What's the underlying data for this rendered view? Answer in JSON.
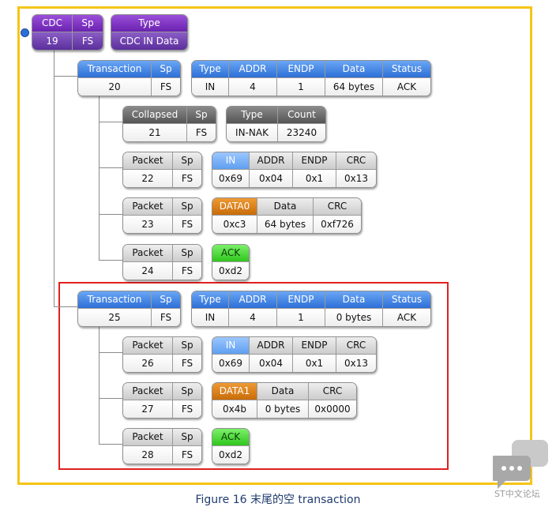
{
  "cdc_row": {
    "group1": {
      "headers": [
        "CDC",
        "Sp"
      ],
      "values": [
        "19",
        "FS"
      ]
    },
    "group2": {
      "headers": [
        "Type"
      ],
      "values": [
        "CDC IN Data"
      ]
    }
  },
  "txn1": {
    "group1": {
      "headers": [
        "Transaction",
        "Sp"
      ],
      "values": [
        "20",
        "FS"
      ]
    },
    "group2": {
      "headers": [
        "Type",
        "ADDR",
        "ENDP",
        "Data",
        "Status"
      ],
      "values": [
        "IN",
        "4",
        "1",
        "64 bytes",
        "ACK"
      ]
    }
  },
  "collapsed": {
    "group1": {
      "headers": [
        "Collapsed",
        "Sp"
      ],
      "values": [
        "21",
        "FS"
      ]
    },
    "group2": {
      "headers": [
        "Type",
        "Count"
      ],
      "values": [
        "IN-NAK",
        "23240"
      ]
    }
  },
  "pkt22": {
    "group1": {
      "headers": [
        "Packet",
        "Sp"
      ],
      "values": [
        "22",
        "FS"
      ]
    },
    "group2": {
      "headers": [
        "IN",
        "ADDR",
        "ENDP",
        "CRC"
      ],
      "values": [
        "0x69",
        "0x04",
        "0x1",
        "0x13"
      ]
    }
  },
  "pkt23": {
    "group1": {
      "headers": [
        "Packet",
        "Sp"
      ],
      "values": [
        "23",
        "FS"
      ]
    },
    "group2": {
      "headers": [
        "DATA0",
        "Data",
        "CRC"
      ],
      "values": [
        "0xc3",
        "64 bytes",
        "0xf726"
      ]
    }
  },
  "pkt24": {
    "group1": {
      "headers": [
        "Packet",
        "Sp"
      ],
      "values": [
        "24",
        "FS"
      ]
    },
    "group2": {
      "headers": [
        "ACK"
      ],
      "values": [
        "0xd2"
      ]
    }
  },
  "txn2": {
    "group1": {
      "headers": [
        "Transaction",
        "Sp"
      ],
      "values": [
        "25",
        "FS"
      ]
    },
    "group2": {
      "headers": [
        "Type",
        "ADDR",
        "ENDP",
        "Data",
        "Status"
      ],
      "values": [
        "IN",
        "4",
        "1",
        "0 bytes",
        "ACK"
      ]
    }
  },
  "pkt26": {
    "group1": {
      "headers": [
        "Packet",
        "Sp"
      ],
      "values": [
        "26",
        "FS"
      ]
    },
    "group2": {
      "headers": [
        "IN",
        "ADDR",
        "ENDP",
        "CRC"
      ],
      "values": [
        "0x69",
        "0x04",
        "0x1",
        "0x13"
      ]
    }
  },
  "pkt27": {
    "group1": {
      "headers": [
        "Packet",
        "Sp"
      ],
      "values": [
        "27",
        "FS"
      ]
    },
    "group2": {
      "headers": [
        "DATA1",
        "Data",
        "CRC"
      ],
      "values": [
        "0x4b",
        "0 bytes",
        "0x0000"
      ]
    }
  },
  "pkt28": {
    "group1": {
      "headers": [
        "Packet",
        "Sp"
      ],
      "values": [
        "28",
        "FS"
      ]
    },
    "group2": {
      "headers": [
        "ACK"
      ],
      "values": [
        "0xd2"
      ]
    }
  },
  "caption": "Figure 16 末尾的空 transaction",
  "watermark": "ST中文论坛",
  "colors": {
    "frame": "#f5c518",
    "highlight": "#e02020",
    "header_blue": "#2d6fd6",
    "header_purple": "#6a22b0",
    "header_gray": "#555555",
    "pid_in": "#5f9ff0",
    "pid_data": "#c86c08",
    "pid_ack": "#2fc61e",
    "caption_text": "#1f3a6e"
  },
  "icons": {
    "expand": "node-dot-icon",
    "watermark": "chat-bubble-logo-icon"
  }
}
